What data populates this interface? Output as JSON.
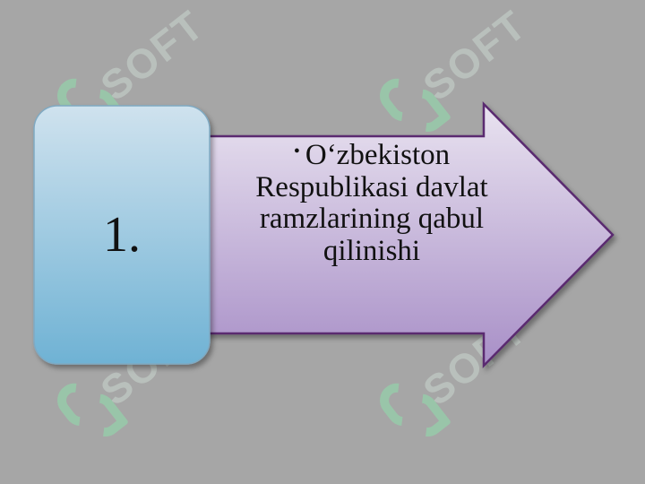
{
  "diagram": {
    "step_number": "1.",
    "step_text": "O‘zbekiston Respublikasi davlat ramzlarining qabul qilinishi",
    "bullet": "•"
  },
  "watermark": {
    "text": "SOFT",
    "icon": "sof-logo-icon"
  },
  "colors": {
    "background": "#a6a6a6",
    "box_top": "#cfe2ee",
    "box_bottom": "#6fb2d4",
    "arrow_top": "#e9e3f0",
    "arrow_bottom": "#a88fc7",
    "arrow_stroke": "#5a2a70"
  }
}
